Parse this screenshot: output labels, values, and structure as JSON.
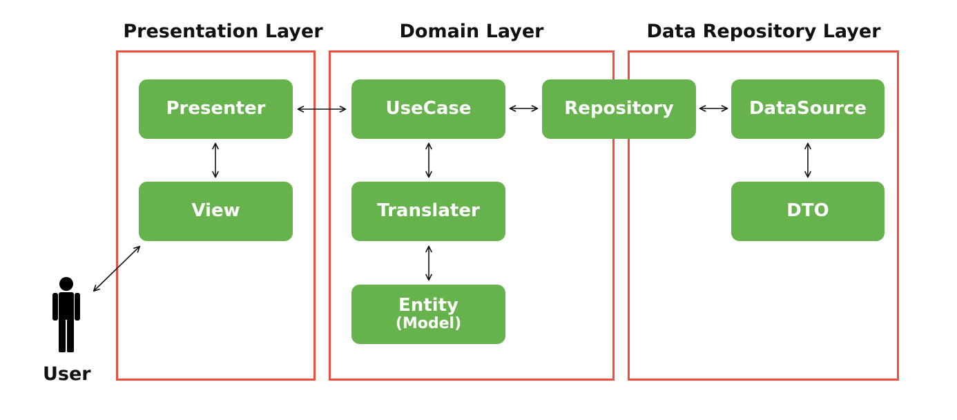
{
  "layers": {
    "presentation": {
      "title": "Presentation Layer"
    },
    "domain": {
      "title": "Domain Layer"
    },
    "data": {
      "title": "Data Repository Layer"
    }
  },
  "nodes": {
    "presenter": "Presenter",
    "view": "View",
    "usecase": "UseCase",
    "translater": "Translater",
    "entity": "Entity",
    "entity_sub": "(Model)",
    "repository": "Repository",
    "datasource": "DataSource",
    "dto": "DTO"
  },
  "user": {
    "label": "User"
  },
  "colors": {
    "node_fill": "#66b24c",
    "layer_border": "#ec4f3c",
    "text_dark": "#111111"
  }
}
